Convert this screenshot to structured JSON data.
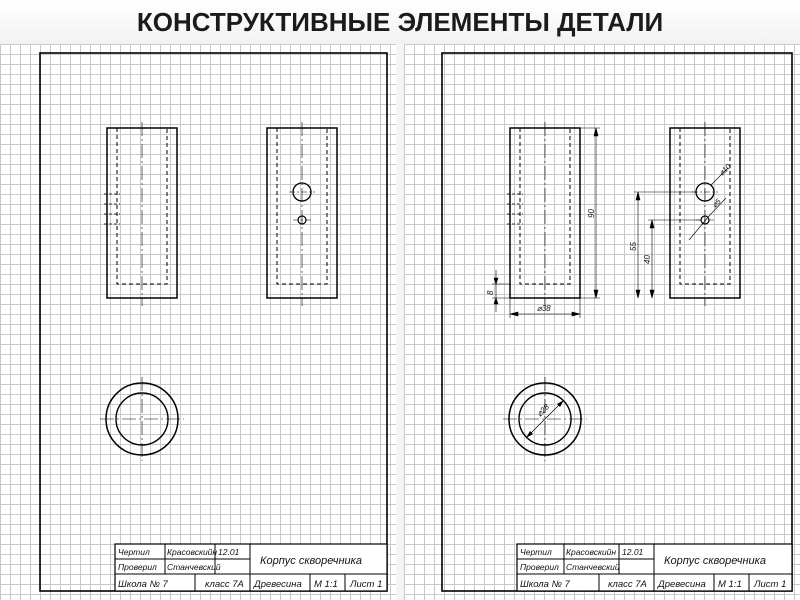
{
  "page": {
    "title": "КОНСТРУКТИВНЫЕ ЭЛЕМЕНТЫ ДЕТАЛИ"
  },
  "title_block": {
    "drawn_label": "Чертил",
    "drawn_name": "Красовскийн",
    "date": "12.01",
    "checked_label": "Проверил",
    "checked_name": "Станчевский",
    "school": "Школа № 7",
    "class": "класс 7А",
    "part_name": "Корпус скворечника",
    "material": "Древесина",
    "scale": "М 1:1",
    "sheet": "Лист 1"
  },
  "dimensions": {
    "height": "90",
    "bottom": "8",
    "width": "⌀38",
    "hole_large": "⌀10",
    "hole_small": "⌀5",
    "level_high": "55",
    "level_low": "40",
    "circle": "⌀28"
  }
}
